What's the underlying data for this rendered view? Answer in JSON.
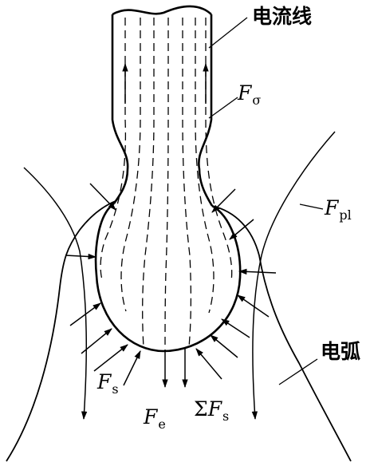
{
  "labels": {
    "current_lines": "电流线",
    "arc": "电弧",
    "f_sigma": {
      "main": "F",
      "sub": "σ"
    },
    "f_pl": {
      "main": "F",
      "sub": "pl"
    },
    "f_s": {
      "main": "F",
      "sub": "s"
    },
    "f_e": {
      "main": "F",
      "sub": "e"
    },
    "sum_f_s": {
      "prefix": "Σ",
      "main": "F",
      "sub": "s"
    }
  },
  "colors": {
    "line": "#000000",
    "background": "#ffffff"
  }
}
